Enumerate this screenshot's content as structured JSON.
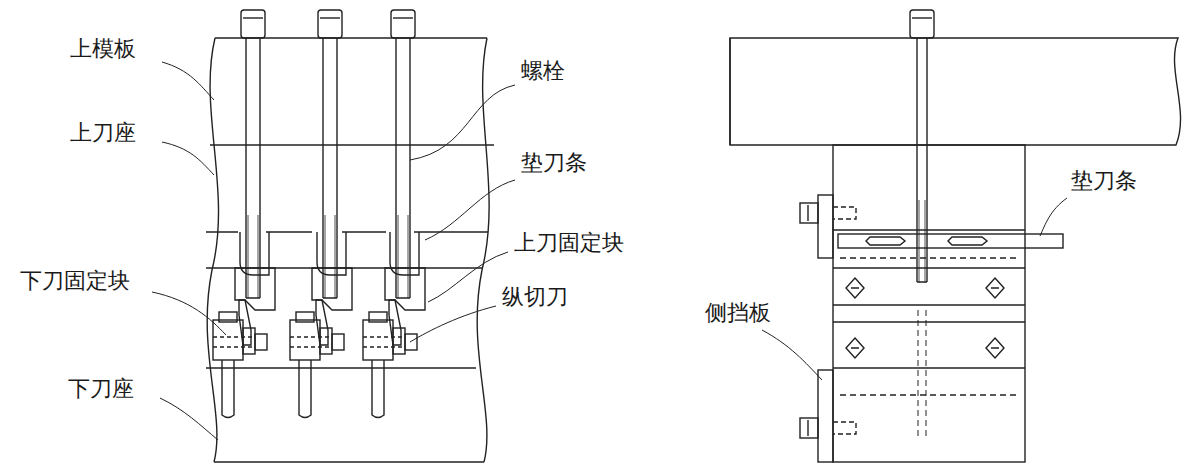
{
  "diagram": {
    "labels": [
      "上模板",
      "上刀座",
      "下刀固定块",
      "下刀座",
      "螺栓",
      "垫刀条",
      "上刀固定块",
      "纵切刀",
      "垫刀条",
      "侧挡板"
    ]
  }
}
